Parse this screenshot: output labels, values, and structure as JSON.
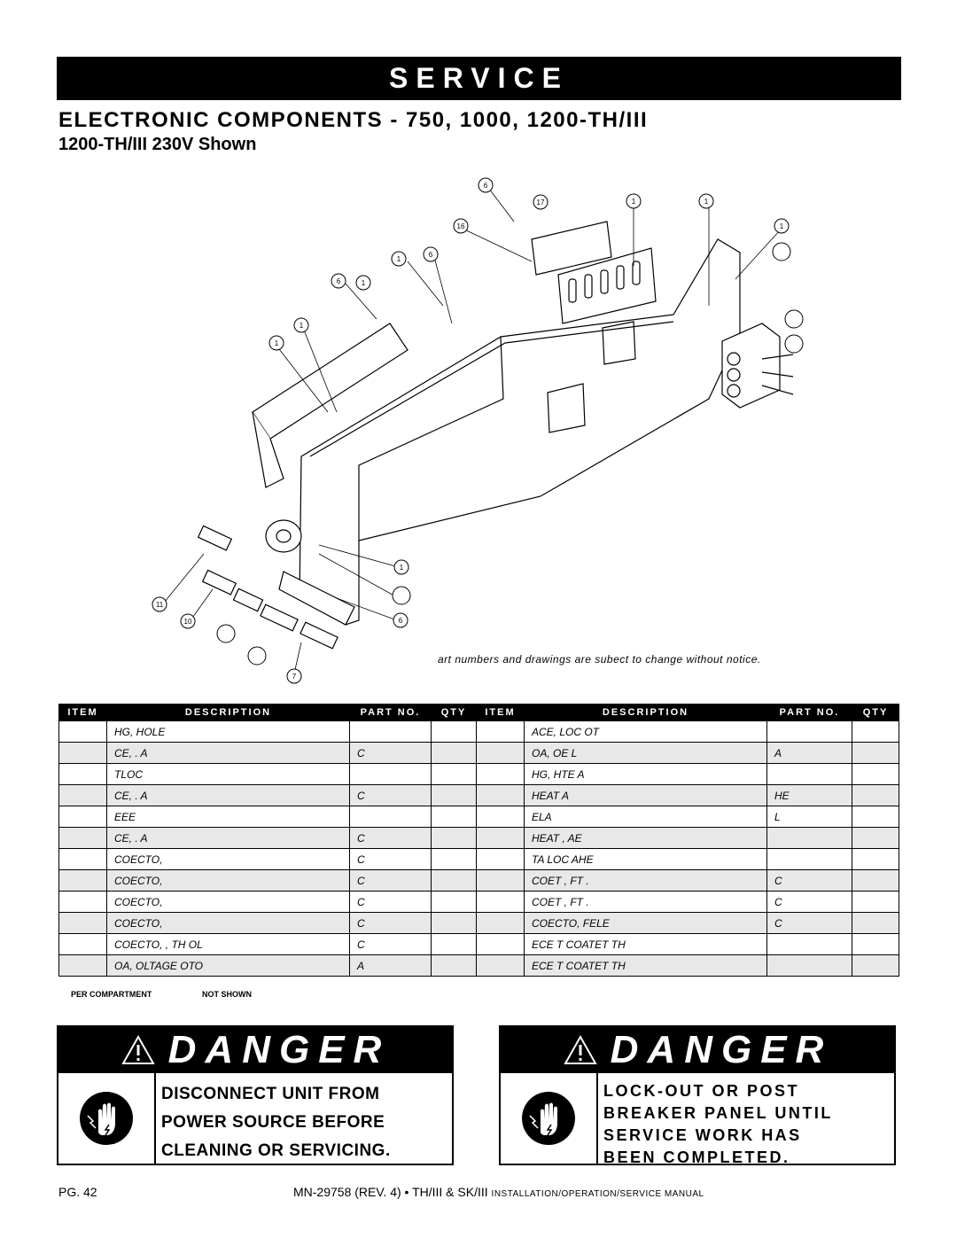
{
  "header": {
    "banner": "SERVICE",
    "title": "ELECTRONIC COMPONENTS - 750, 1000, 1200-TH/III",
    "subtitle": "1200-TH/III 230V Shown"
  },
  "diagram": {
    "callouts": [
      "6",
      "17",
      "1",
      "1",
      "16",
      "1",
      "1",
      "6",
      "6",
      "1",
      "1",
      "1",
      "1",
      "11",
      "10",
      "6",
      "7"
    ]
  },
  "note": "art numbers and drawings are subect to change without notice.",
  "table": {
    "headers": [
      "ITEM",
      "DESCRIPTION",
      "PART NO.",
      "QTY",
      "ITEM",
      "DESCRIPTION",
      "PART NO.",
      "QTY"
    ],
    "rows": [
      [
        "",
        "HG,  HOLE",
        "",
        "",
        "",
        "ACE, LOC OT",
        "",
        ""
      ],
      [
        "",
        "CE,   .   A",
        "C",
        "",
        "",
        "OA, OE L",
        "A",
        ""
      ],
      [
        "",
        "TLOC",
        "",
        "",
        "",
        "HG,  HTE A",
        "",
        ""
      ],
      [
        "",
        "CE,   .   A",
        "C",
        "",
        "",
        "HEAT A",
        "HE",
        ""
      ],
      [
        "",
        "EEE",
        "",
        "",
        "",
        "ELA",
        "L",
        ""
      ],
      [
        "",
        "CE,   .   A",
        "C",
        "",
        "",
        "HEAT ,  AE",
        "",
        ""
      ],
      [
        "",
        "COECTO,",
        "C",
        "",
        "",
        "TA LOC AHE",
        "",
        ""
      ],
      [
        "",
        "COECTO,",
        "C",
        "",
        "",
        "COET , FT                  .",
        "C",
        ""
      ],
      [
        "",
        "COECTO,",
        "C",
        "",
        "",
        "COET , FT                  .",
        "C",
        ""
      ],
      [
        "",
        "COECTO,",
        "C",
        "",
        "",
        "COECTO,  FELE",
        "C",
        ""
      ],
      [
        "",
        "COECTO,  , TH OL",
        "C",
        "",
        "",
        "ECE T   COATET TH",
        "",
        ""
      ],
      [
        "",
        "OA, OLTAGE OTO",
        "A",
        "",
        "",
        "ECE T   COATET TH",
        "",
        ""
      ]
    ]
  },
  "legend": {
    "per_compartment": "PER COMPARTMENT",
    "not_shown": "NOT SHOWN"
  },
  "danger_left": {
    "heading": "DANGER",
    "lines": [
      "DISCONNECT UNIT FROM",
      "POWER SOURCE BEFORE",
      "CLEANING OR SERVICING."
    ]
  },
  "danger_right": {
    "heading": "DANGER",
    "lines": [
      "LOCK-OUT OR POST",
      "BREAKER PANEL UNTIL",
      "SERVICE WORK HAS",
      "BEEN COMPLETED."
    ]
  },
  "footer": {
    "page": "PG. 42",
    "manual_code": "MN-29758 (REV. 4) • TH/III & SK/III",
    "manual_title": "INSTALLATION/OPERATION/SERVICE MANUAL"
  }
}
